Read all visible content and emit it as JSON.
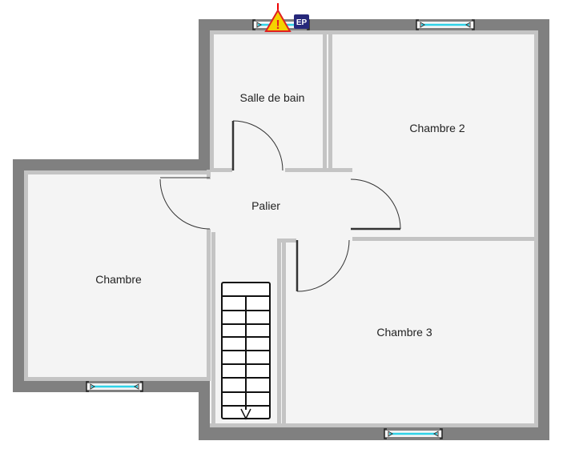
{
  "rooms": {
    "bathroom": "Salle de bain",
    "bedroom2": "Chambre 2",
    "landing": "Palier",
    "bedroom": "Chambre",
    "bedroom3": "Chambre 3"
  },
  "markers": {
    "ep_badge": "EP",
    "warning_icon": "warning-triangle"
  },
  "colors": {
    "outer_wall": "#808080",
    "inner_wall": "#c4c4c4",
    "floor": "#f4f4f4",
    "window_glass": "#2fd3e8",
    "warning": "#f5d200",
    "ep_badge": "#26287a"
  }
}
